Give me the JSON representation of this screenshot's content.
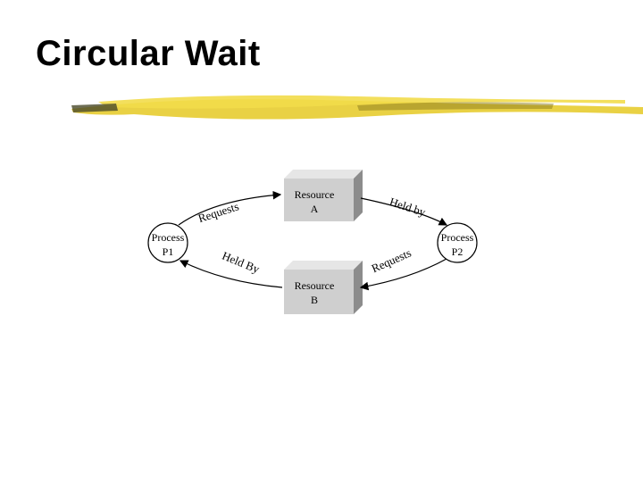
{
  "slide": {
    "title": "Circular Wait"
  },
  "nodes": {
    "process_p1": [
      "Process",
      "P1"
    ],
    "process_p2": [
      "Process",
      "P2"
    ],
    "resource_a": [
      "Resource",
      "A"
    ],
    "resource_b": [
      "Resource",
      "B"
    ]
  },
  "edges": {
    "p1_requests_a": "Requests",
    "a_held_by_p2": "Held by",
    "p2_requests_b": "Requests",
    "b_held_by_p1": "Held By"
  },
  "colors": {
    "brush_stroke": "#e8cf3a",
    "brush_shadow": "#8a7a1a",
    "box_face": "#cfcfcf",
    "box_side": "#8c8c8c",
    "box_top": "#e6e6e6",
    "line": "#000000"
  }
}
